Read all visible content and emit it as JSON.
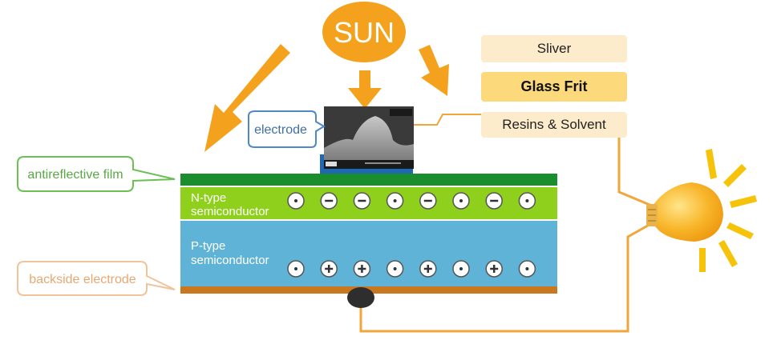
{
  "sun": {
    "label": "SUN"
  },
  "paste_components": [
    {
      "label": "Sliver"
    },
    {
      "label": "Glass Frit"
    },
    {
      "label": "Resins & Solvent"
    }
  ],
  "callouts": {
    "electrode": "electrode",
    "antireflective": "antireflective film",
    "backside": "backside electrode"
  },
  "layers": {
    "n_type_line1": "N-type",
    "n_type_line2": "semiconductor",
    "p_type_line1": "P-type",
    "p_type_line2": "semiconductor"
  },
  "n_row_symbols": [
    "dot",
    "minus",
    "minus",
    "dot",
    "minus",
    "dot",
    "minus",
    "dot"
  ],
  "p_row_symbols": [
    "dot",
    "plus",
    "plus",
    "dot",
    "plus",
    "dot",
    "plus",
    "dot"
  ],
  "colors": {
    "sun": "#f4a21e",
    "arrow": "#f4a21e",
    "wire": "#f0a63a",
    "green_film": "#1a8e2c",
    "n_layer": "#8ed01b",
    "p_layer": "#5fb3d6",
    "back_electrode": "#c9781f",
    "electrode_block": "#1f68b3",
    "bulb": "#f6b526",
    "ray": "#f5c30a",
    "callout_green": "#6cbf55",
    "callout_blue": "#4f88c6",
    "callout_orange": "#f0c49a"
  },
  "icons": [
    "sun-shape",
    "arrow",
    "micrograph-image",
    "light-bulb-icon",
    "contact-dot"
  ]
}
